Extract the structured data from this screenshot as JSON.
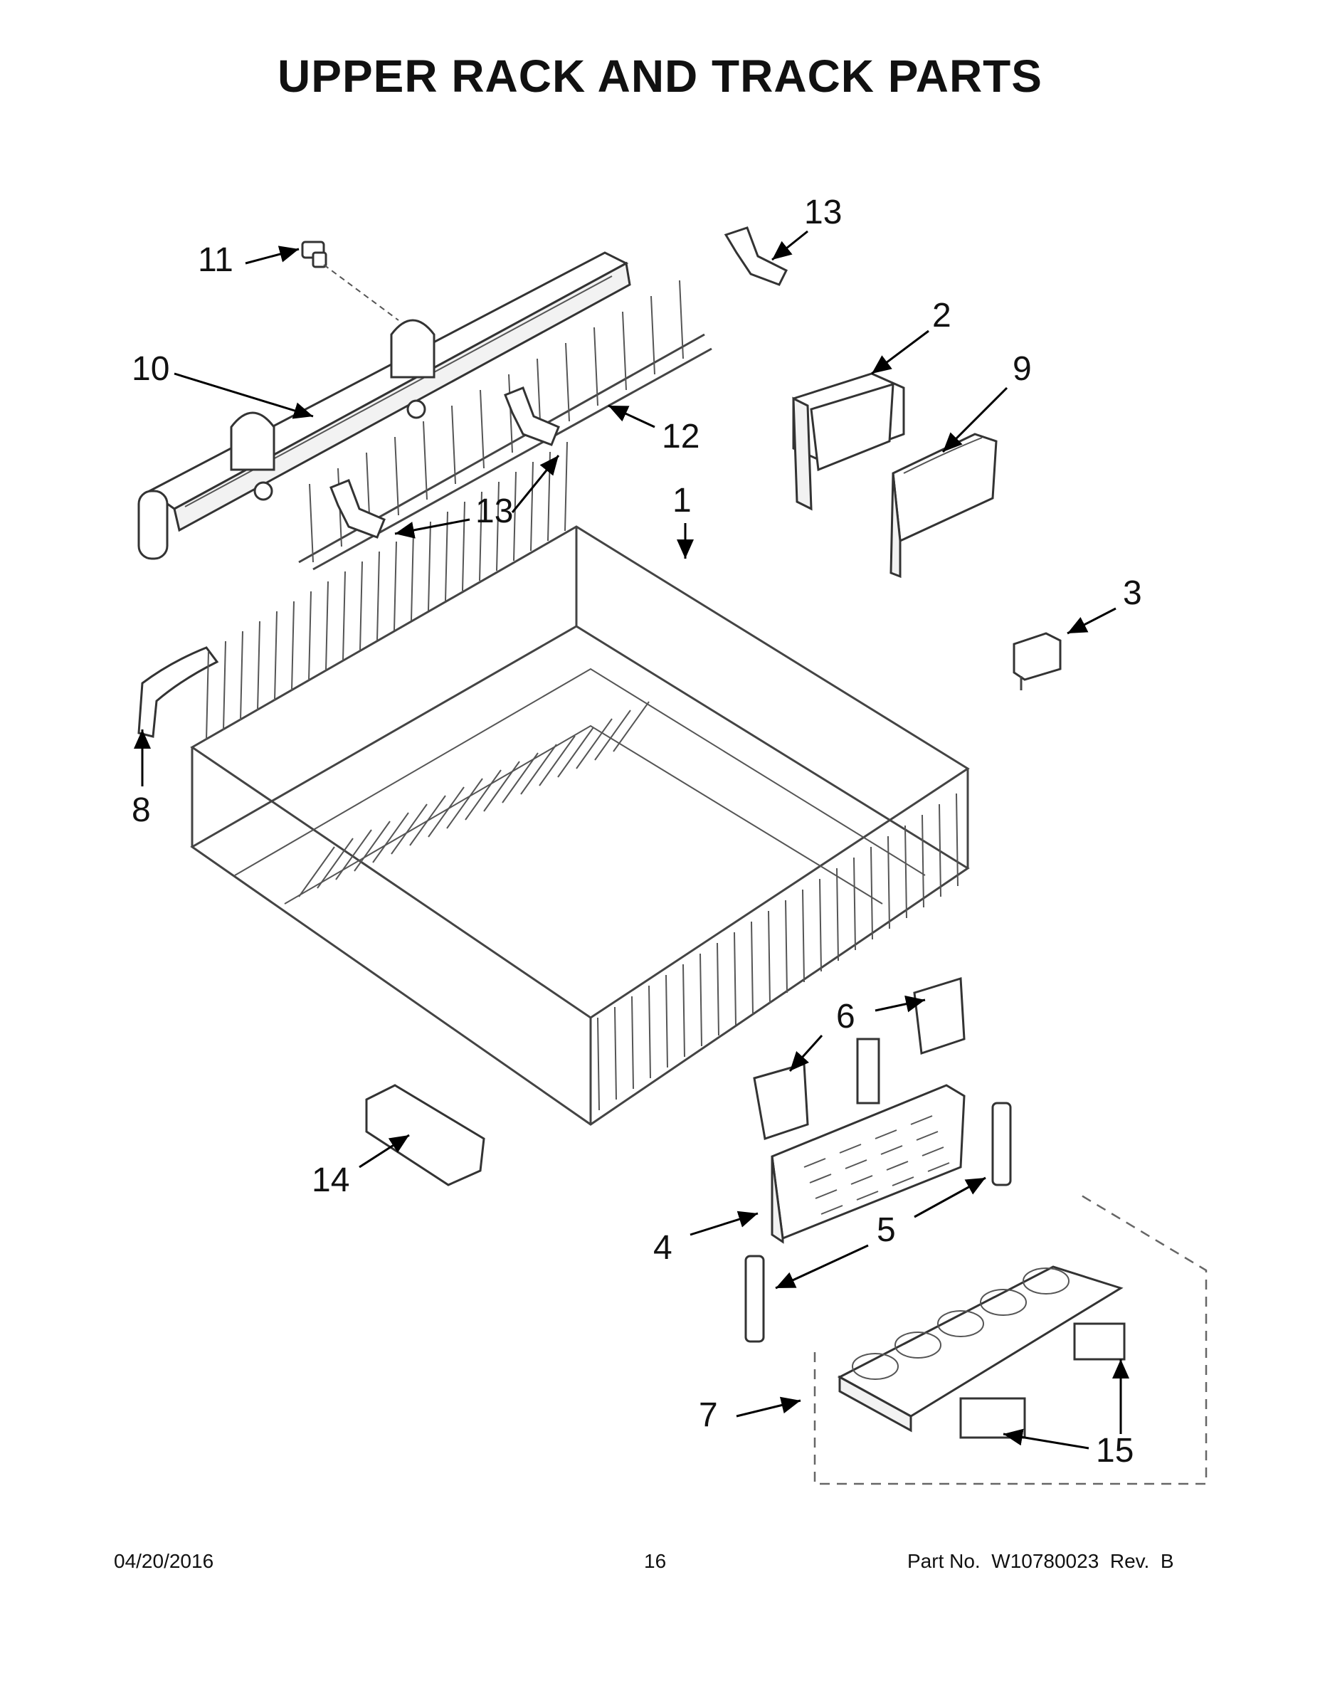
{
  "page": {
    "title": "UPPER RACK AND TRACK PARTS",
    "date": "04/20/2016",
    "page_number": "16",
    "part_label": "Part No.",
    "part_number": "W10780023",
    "rev_label": "Rev.",
    "rev": "B"
  },
  "callouts": [
    {
      "id": "1",
      "label": "1"
    },
    {
      "id": "2",
      "label": "2"
    },
    {
      "id": "3",
      "label": "3"
    },
    {
      "id": "4",
      "label": "4"
    },
    {
      "id": "5",
      "label": "5"
    },
    {
      "id": "6",
      "label": "6"
    },
    {
      "id": "7",
      "label": "7"
    },
    {
      "id": "8",
      "label": "8"
    },
    {
      "id": "9",
      "label": "9"
    },
    {
      "id": "10",
      "label": "10"
    },
    {
      "id": "11",
      "label": "11"
    },
    {
      "id": "12",
      "label": "12"
    },
    {
      "id": "13a",
      "label": "13"
    },
    {
      "id": "13b",
      "label": "13"
    },
    {
      "id": "14",
      "label": "14"
    },
    {
      "id": "15",
      "label": "15"
    }
  ]
}
